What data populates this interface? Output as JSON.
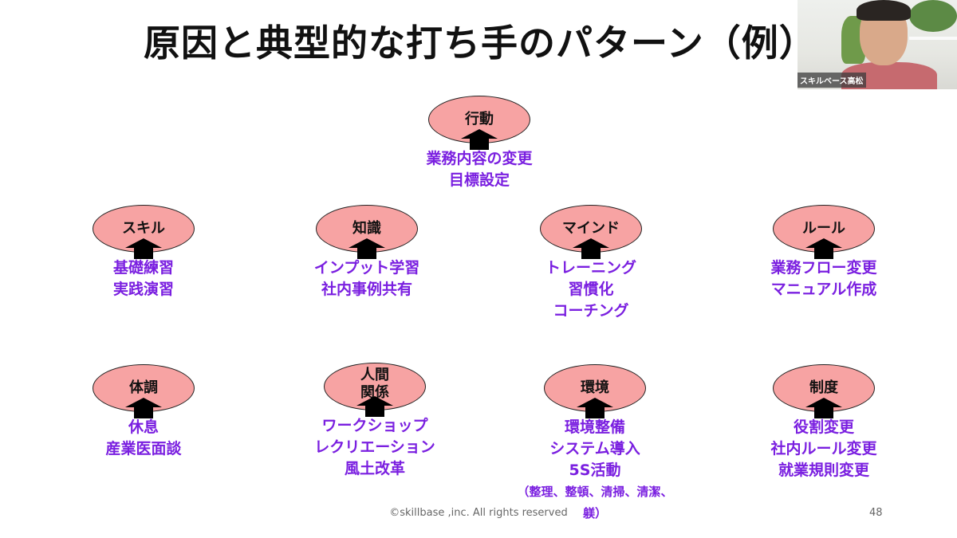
{
  "title": "原因と典型的な打ち手のパターン（例）",
  "video": {
    "participant_name": "スキルベース高松"
  },
  "nodes": [
    {
      "label": "行動",
      "items": [
        "業務内容の変更",
        "目標設定"
      ]
    },
    {
      "label": "スキル",
      "items": [
        "基礎練習",
        "実践演習"
      ]
    },
    {
      "label": "知識",
      "items": [
        "インプット学習",
        "社内事例共有"
      ]
    },
    {
      "label": "マインド",
      "items": [
        "トレーニング",
        "習慣化",
        "コーチング"
      ]
    },
    {
      "label": "ルール",
      "items": [
        "業務フロー変更",
        "マニュアル作成"
      ]
    },
    {
      "label": "体調",
      "items": [
        "休息",
        "産業医面談"
      ]
    },
    {
      "label": "人間\n関係",
      "label_lines": [
        "人間",
        "関係"
      ],
      "items": [
        "ワークショップ",
        "レクリエーション",
        "風土改革"
      ]
    },
    {
      "label": "環境",
      "items": [
        "環境整備",
        "システム導入",
        "5S活動"
      ],
      "note": "（整理、整頓、清掃、清潔、躾）"
    },
    {
      "label": "制度",
      "items": [
        "役割変更",
        "社内ルール変更",
        "就業規則変更"
      ]
    }
  ],
  "footer": "©skillbase ,inc. All rights reserved",
  "page_number": "48",
  "colors": {
    "ellipse": "#f7a3a3",
    "items": "#7a1fe0"
  }
}
